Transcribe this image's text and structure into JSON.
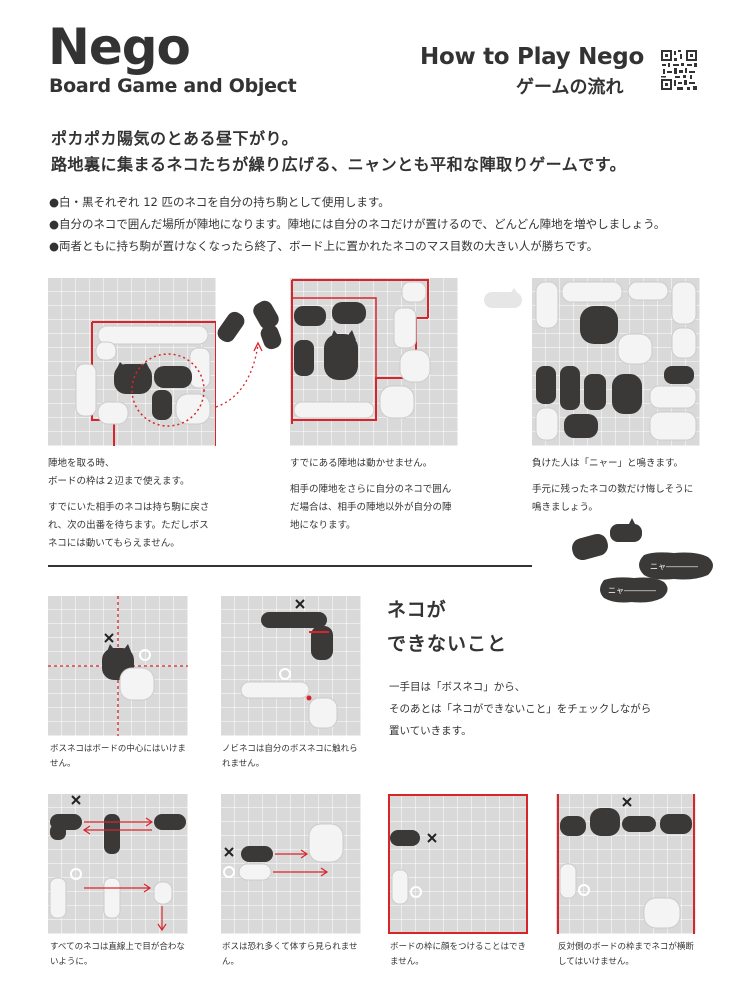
{
  "header": {
    "title": "Nego",
    "subtitle": "Board Game and Object",
    "howto": "How to Play Nego",
    "flow": "ゲームの流れ"
  },
  "intro": {
    "lead1": "ポカポカ陽気のとある昼下がり。",
    "lead2": "路地裏に集まるネコたちが繰り広げる、ニャンとも平和な陣取りゲームです。",
    "bullets": [
      "●白・黒それぞれ 12 匹のネコを自分の持ち駒として使用します。",
      "●自分のネコで囲んだ場所が陣地になります。陣地には自分のネコだけが置けるので、どんどん陣地を増やしましょう。",
      "●両者ともに持ち駒が置けなくなったら終了、ボード上に置かれたネコのマス目数の大きい人が勝ちです。"
    ]
  },
  "steps": {
    "step1": {
      "l1": "陣地を取る時、",
      "l2": "ボードの枠は２辺まで使えます。",
      "l3": "すでにいた相手のネコは持ち駒に戻さ",
      "l4": "れ、次の出番を待ちます。ただしボス",
      "l5": "ネコには動いてもらえません。"
    },
    "step2": {
      "l1": "すでにある陣地は動かせません。",
      "l2": "相手の陣地をさらに自分のネコで囲ん",
      "l3": "だ場合は、相手の陣地以外が自分の陣",
      "l4": "地になります。"
    },
    "step3": {
      "l1": "負けた人は「ニャー」と鳴きます。",
      "l2": "手元に残ったネコの数だけ悔しそうに",
      "l3": "鳴きましょう。"
    },
    "bubble": "ニャ――――"
  },
  "ng": {
    "title1": "ネコが",
    "title2": "できないこと",
    "text1": "一手目は「ボスネコ」から、",
    "text2": "そのあとは「ネコができないこと」をチェックしながら",
    "text3": "置いていきます。",
    "rules": [
      {
        "l1": "ボスネコはボードの中心にはいけま",
        "l2": "せん。"
      },
      {
        "l1": "ノビネコは自分のボスネコに触れら",
        "l2": "れません。"
      },
      {
        "l1": "すべてのネコは直線上で目が合わな",
        "l2": "いように。"
      },
      {
        "l1": "ボスは恐れ多くて体すら見られませ",
        "l2": "ん。"
      },
      {
        "l1": "ボードの枠に顔をつけることはでき",
        "l2": "ません。"
      },
      {
        "l1": "反対側のボードの枠までネコが横断",
        "l2": "してはいけません。"
      }
    ],
    "mark": "×"
  },
  "colors": {
    "text": "#333333",
    "board": "#d9d9d9",
    "grid": "#ffffff",
    "accent": "#d7262b",
    "black_cat": "#3b3838",
    "white_cat": "#f4f4f4"
  },
  "icons": [
    "qr-code-icon",
    "black-cat-piece",
    "white-cat-piece",
    "cross-mark-icon",
    "circle-mark-icon",
    "speech-bubble-icon"
  ]
}
